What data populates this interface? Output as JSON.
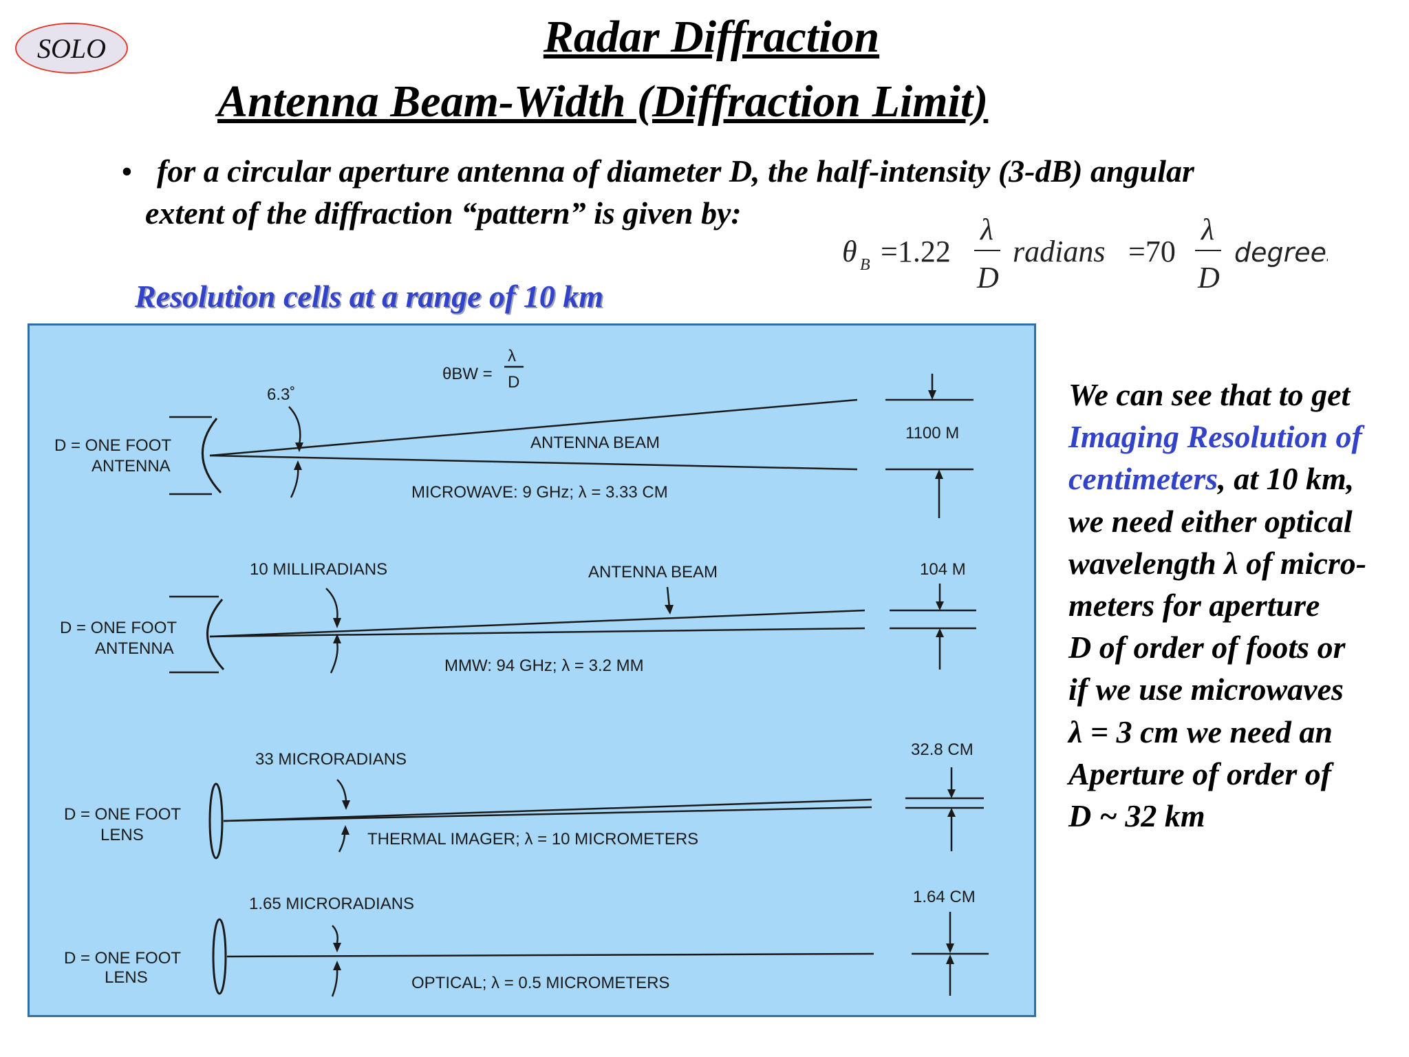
{
  "badge": "SOLO",
  "title": "Radar Diffraction",
  "subtitle": "Antenna Beam-Width (Diffraction Limit)",
  "bullet": {
    "mark": "•",
    "line1": "for a circular aperture antenna of diameter D, the half-intensity (3-dB) angular",
    "line2": "extent of the diffraction “pattern” is given by:"
  },
  "formula": {
    "theta": "θ",
    "sub": "B",
    "eq1": "=1.22",
    "lambda": "λ",
    "D": "D",
    "radians": "radians",
    "eq2": "=70",
    "degrees": "degrees"
  },
  "caption": "Resolution cells at a range of 10 km",
  "diagram": {
    "header": {
      "left": "θBW =",
      "num": "λ",
      "den": "D"
    },
    "rows": [
      {
        "aperture_1": "D = ONE FOOT",
        "aperture_2": "ANTENNA",
        "angle": "6.3˚",
        "beam": "ANTENNA BEAM",
        "band": "MICROWAVE: 9 GHz; λ = 3.33 CM",
        "cell": "1100 M"
      },
      {
        "aperture_1": "D = ONE FOOT",
        "aperture_2": "ANTENNA",
        "angle": "10 MILLIRADIANS",
        "beam": "ANTENNA BEAM",
        "band": "MMW: 94 GHz; λ = 3.2 MM",
        "cell": "104 M"
      },
      {
        "aperture_1": "D = ONE FOOT",
        "aperture_2": "LENS",
        "angle": "33 MICRORADIANS",
        "band": "THERMAL IMAGER; λ = 10 MICROMETERS",
        "cell": "32.8 CM"
      },
      {
        "aperture_1": "D = ONE FOOT",
        "aperture_2": "LENS",
        "angle": "1.65 MICRORADIANS",
        "band": "OPTICAL; λ = 0.5 MICROMETERS",
        "cell": "1.64 CM"
      }
    ]
  },
  "side_text": {
    "p1": "We can see that to get",
    "hl1": "Imaging Resolution of",
    "hl2": "centimeters",
    "p2": ", at 10 km,",
    "p3": "we need  either optical",
    "p4": "wavelength λ of micro-",
    "p5": "meters for aperture",
    "p6": "D of order of foots or",
    "p7": "if we use microwaves",
    "p8": "λ = 3 cm we need an",
    "p9": "Aperture of order of",
    "p10": "D ~ 32 km"
  }
}
